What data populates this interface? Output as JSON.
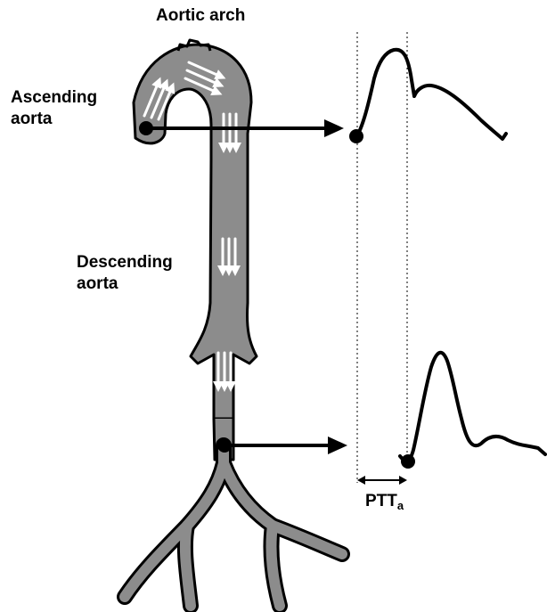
{
  "labels": {
    "aortic_arch": "Aortic arch",
    "ascending_line1": "Ascending",
    "ascending_line2": "aorta",
    "descending_line1": "Descending",
    "descending_line2": "aorta",
    "ptt_main": "PTT",
    "ptt_sub": "a"
  },
  "colors": {
    "vessel_fill": "#8c8c8c",
    "vessel_stroke": "#000000",
    "flow_arrows": "#ffffff",
    "ink": "#000000",
    "background": "#ffffff"
  },
  "icons": {
    "flow_arrow": "triple-white-arrow",
    "measurement_point": "black-dot",
    "transit_arrow": "black-right-arrow",
    "ptt_span": "double-headed-arrow"
  }
}
